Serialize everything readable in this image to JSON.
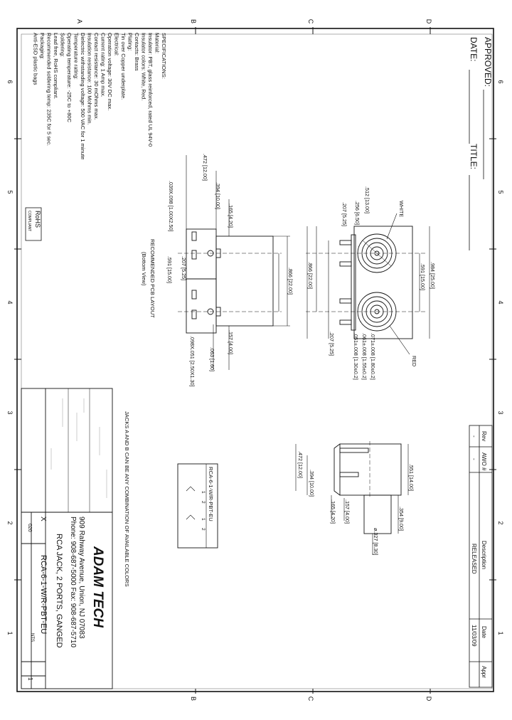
{
  "border": {
    "zones_top": [
      "A",
      "B",
      "C",
      "D"
    ],
    "zones_bottom": [
      "B",
      "C",
      "D"
    ],
    "zones_left": [
      "6",
      "5",
      "4",
      "3",
      "2",
      "1"
    ],
    "zones_right": [
      "6",
      "5",
      "4",
      "3",
      "2",
      "1"
    ]
  },
  "approval": {
    "approved_label": "APPROVED:",
    "date_label": "DATE:",
    "title_label": "TITLE:"
  },
  "specifications": {
    "lines": [
      "SPECIFICATIONS:",
      "Material:",
      "Insulator: PBT, glass reinforced, rated UL 94V-0",
      "Insulator colors: White, Red.",
      "Contacts: Brass",
      "Plating:",
      "Tin over Copper underplate.",
      "Electrical:",
      "Operation voltage: 30V DC max.",
      "Current rating: 1 Amp max.",
      "Contact resistance: 30 mOhms max.",
      "Insulation resistance: 100 Mohms min.",
      "Dielectric withstanding voltage: 500 VAC for 1 minute",
      "Temperature rating:",
      "Operating temperature: -25C to +80C",
      "Soldering:",
      "Lead free, RoHS compliant.",
      "Recommended soldering temp: 235C for 5 sec.",
      "Packaging:",
      "Anti-ESD plastic bags"
    ],
    "rohs_badge": "RoHS",
    "rohs_sub": "COMPLIANT"
  },
  "front_view": {
    "callout_white": "WHITE",
    "callout_red": "RED",
    "dims": [
      ".984 [25.00]",
      ".591 [15.00]",
      ".866 [22.00]",
      ".512 [13.00]",
      ".256 [6.50]",
      ".207 [5.25]",
      ".071±.008 [1.80±0.2]",
      ".061±.008 [1.55±0.2]",
      ".051±.008 [1.30±0.2]",
      ".207 [5.25]"
    ]
  },
  "pcb_layout": {
    "title": "RECOMMENDED PCB LAYOUT",
    "subtitle": "(Bottom View)",
    "dims": [
      ".472 [12.00]",
      ".394 [10.00]",
      ".165 [4.20]",
      ".039X.098 [1.00X2.50]",
      ".207 [5.25]",
      ".591 [15.00]",
      ".866 [22.00]",
      ".157 [4.00]",
      ".063 [1.60]",
      ".098X.051 [2.50X1.30]"
    ]
  },
  "side_view": {
    "dims": [
      ".551 [14.00]",
      ".354 [9.00]",
      ".472 [12.00]",
      ".394 [10.00]",
      ".165 [4.20]",
      ".157 [4.00]",
      "ø.327 [8.30]"
    ]
  },
  "part_code": {
    "code": "RCA-6-1-W/R-PBT-EU",
    "pins": [
      "1",
      "2",
      "1",
      "2"
    ]
  },
  "note": "JACKS A AND B CAN BE ANY COMBINATION OF AVAILABLE COLORS",
  "revision": {
    "headers": [
      "Rev",
      "AWO #",
      "Description",
      "Date",
      "Appr"
    ],
    "row": [
      "-",
      "-",
      "RELEASED",
      "11/03/09",
      ""
    ]
  },
  "title_block": {
    "company": "ADAM TECH",
    "address": "909 Rahway Avenue, Union, NJ 07083",
    "phone": "Phone: 908-687-5000  Fax: 908-687-5710",
    "product_desc": "RCA JACK, 2 PORTS, GANGED",
    "part_number": "RCA-6-1-W/R-PBT-EU",
    "scale_label": "NTS",
    "drawing_no": "020",
    "sheet": "1",
    "check": "X"
  },
  "colors": {
    "line": "#111111",
    "paper": "#ffffff"
  }
}
